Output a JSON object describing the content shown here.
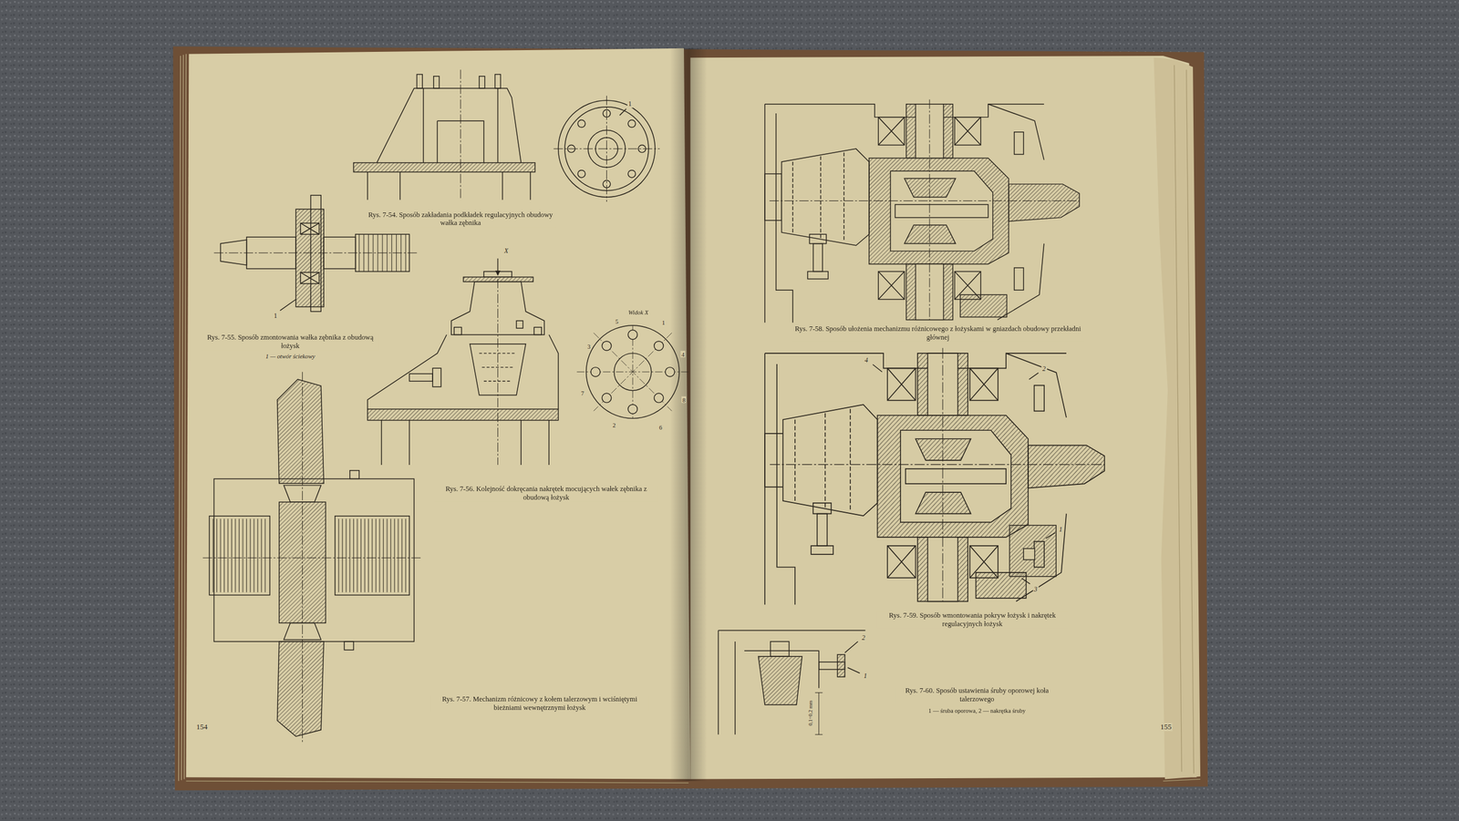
{
  "diagram": {
    "labels": [
      "Rys. 7-54. Sposób zakładania podkładek regulacyjnych obudowy wałka zębnika",
      "1",
      "Rys. 7-55. Sposób zmontowania wałka zębnika z obudową łożysk",
      "1 — otwór ściekowy",
      "1",
      "X",
      "Widok X",
      "5",
      "1",
      "3",
      "4",
      "7",
      "8",
      "2",
      "6",
      "Rys. 7-56. Kolejność dokręcania nakrętek mocujących wałek zębnika z obudową łożysk",
      "Rys. 7-57. Mechanizm różnicowy z kołem talerzowym i wciśniętymi bieżniami wewnętrznymi łożysk",
      "154",
      "Rys. 7-58. Sposób ułożenia mechanizmu różnicowego z łożyskami w gniazdach obudowy przekładni głównej",
      "4",
      "2",
      "1",
      "3",
      "Rys. 7-59. Sposób wmontowania pokryw łożysk i nakrętek regulacyjnych łożysk",
      "2",
      "1",
      "0,1÷0,2 mm",
      "Rys. 7-60. Sposób ustawienia śruby oporowej koła talerzowego",
      "1 — śruba oporowa, 2 — nakrętka śruby",
      "155"
    ]
  }
}
